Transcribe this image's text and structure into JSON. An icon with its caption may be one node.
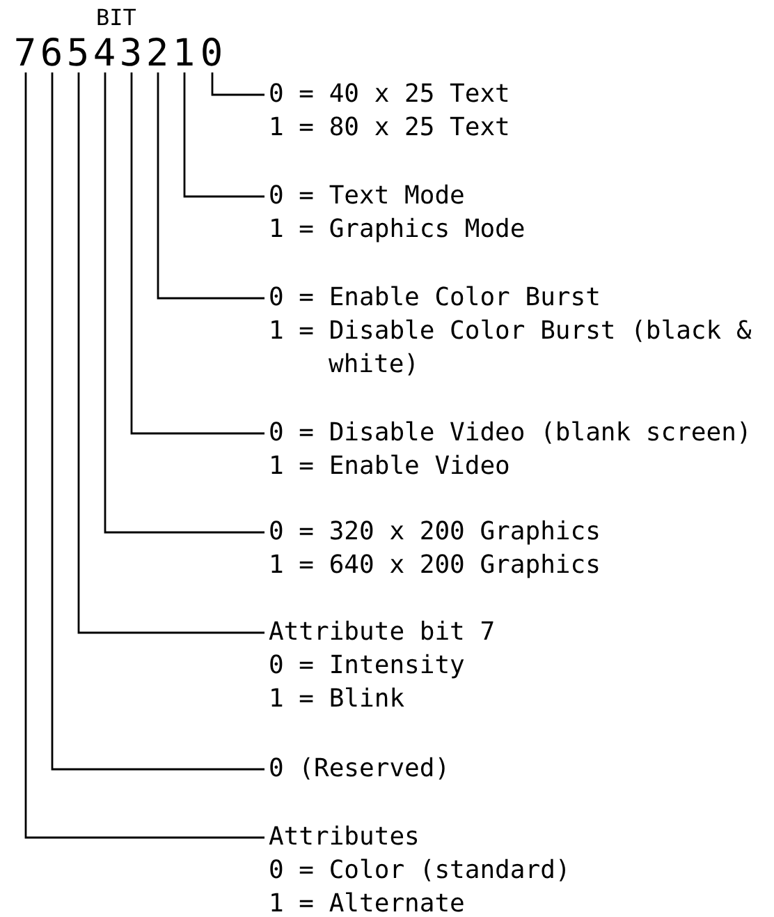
{
  "diagram": {
    "nodes": [
      {
        "text": [
          "7"
        ]
      },
      {
        "text": [
          "6"
        ]
      },
      {
        "text": [
          "5"
        ]
      },
      {
        "text": [
          "4"
        ]
      },
      {
        "text": [
          "3"
        ]
      },
      {
        "text": [
          "2"
        ]
      },
      {
        "text": [
          "1"
        ]
      },
      {
        "text": [
          "0"
        ]
      },
      {
        "text": [
          "0 = 40 x 25 Text",
          "1 = 80 x 25 Text"
        ]
      },
      {
        "text": [
          "0 = Text Mode",
          "1 = Graphics Mode"
        ]
      },
      {
        "text": [
          "0 = Enable Color Burst",
          "1 = Disable Color Burst (black & white)"
        ]
      },
      {
        "text": [
          "0 = Disable Video (blank screen)",
          "1 = Enable Video"
        ]
      },
      {
        "text": [
          "0 = 320 x 200 Graphics",
          "1 = 640 x 200 Graphics"
        ]
      },
      {
        "text": [
          "Attribute bit 7",
          "0 = Intensity",
          "1 = Blink"
        ]
      },
      {
        "text": [
          "0 (Reserved)"
        ]
      },
      {
        "text": [
          "Attributes",
          "0 = Color (standard)",
          "1 = Alternate"
        ]
      }
    ],
    "edges": [
      {
        "from": 7,
        "to": 8,
        "arrow": "none"
      },
      {
        "from": 6,
        "to": 9,
        "arrow": "none"
      },
      {
        "from": 5,
        "to": 10,
        "arrow": "none"
      },
      {
        "from": 4,
        "to": 11,
        "arrow": "none"
      },
      {
        "from": 3,
        "to": 12,
        "arrow": "none"
      },
      {
        "from": 2,
        "to": 13,
        "arrow": "none"
      },
      {
        "from": 1,
        "to": 14,
        "arrow": "none"
      },
      {
        "from": 0,
        "to": 15,
        "arrow": "none"
      }
    ],
    "labels": [
      "BIT"
    ]
  }
}
